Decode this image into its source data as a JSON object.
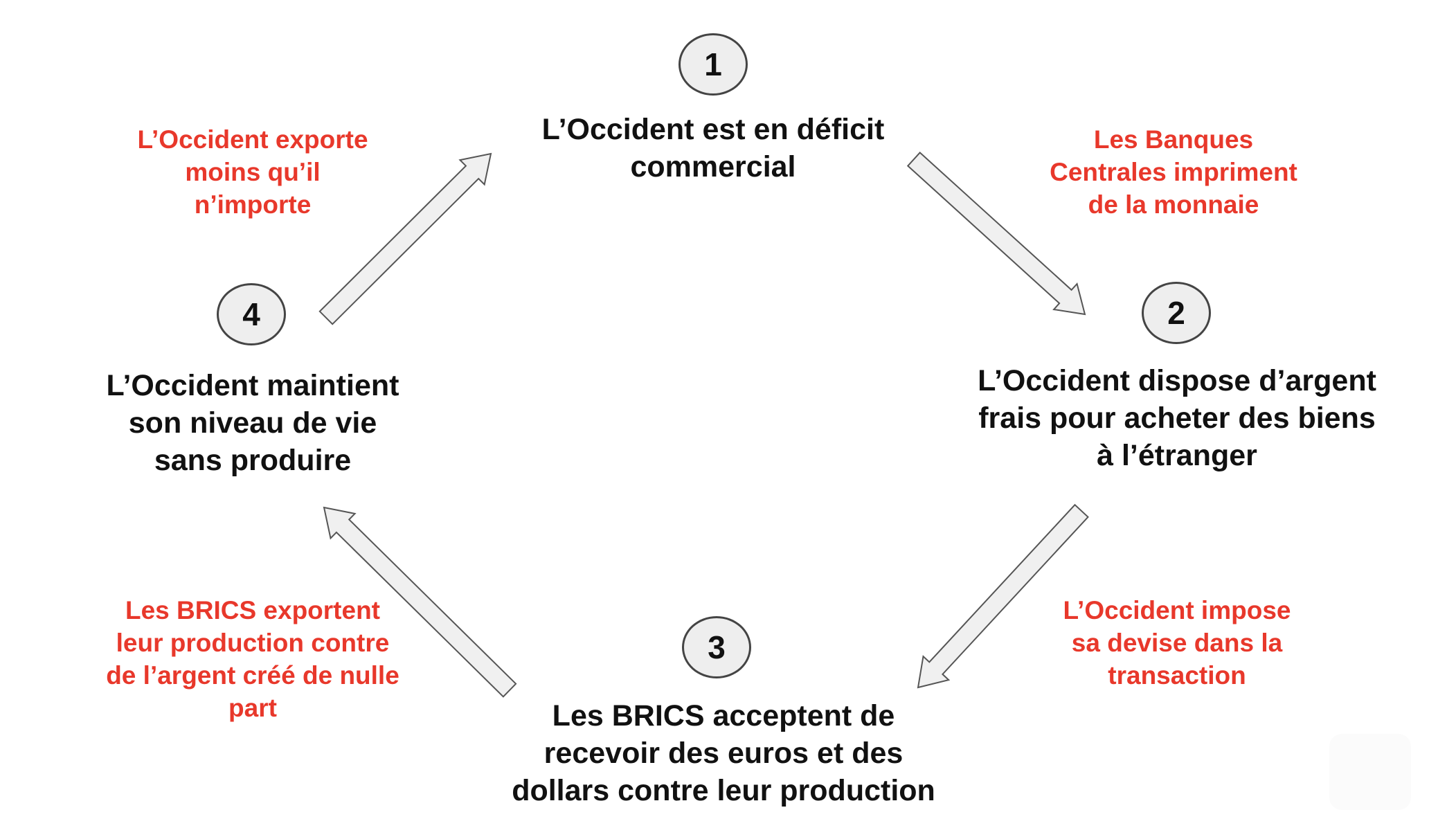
{
  "colors": {
    "node_text": "#111111",
    "edge_text": "#e8382b",
    "circle_fill": "#eeeeee",
    "circle_stroke": "#444444",
    "arrow_fill": "#f0f0f0",
    "arrow_stroke": "#555555"
  },
  "nodes": [
    {
      "number": "1",
      "text": "L’Occident est en déficit\ncommercial"
    },
    {
      "number": "2",
      "text": "L’Occident dispose d’argent\nfrais pour acheter des biens\nà l’étranger"
    },
    {
      "number": "3",
      "text": "Les BRICS acceptent de\nrecevoir des euros et des\ndollars contre leur production"
    },
    {
      "number": "4",
      "text": "L’Occident maintient\nson niveau de vie\nsans produire"
    }
  ],
  "edges": [
    {
      "from": "1",
      "to": "2",
      "label": "Les Banques\nCentrales impriment\nde la monnaie"
    },
    {
      "from": "2",
      "to": "3",
      "label": "L’Occident impose\nsa devise dans la\ntransaction"
    },
    {
      "from": "3",
      "to": "4",
      "label": "Les BRICS exportent\nleur production contre\nde l’argent créé de nulle\npart"
    },
    {
      "from": "4",
      "to": "1",
      "label": "L’Occident exporte\nmoins qu’il\nn’importe"
    }
  ]
}
